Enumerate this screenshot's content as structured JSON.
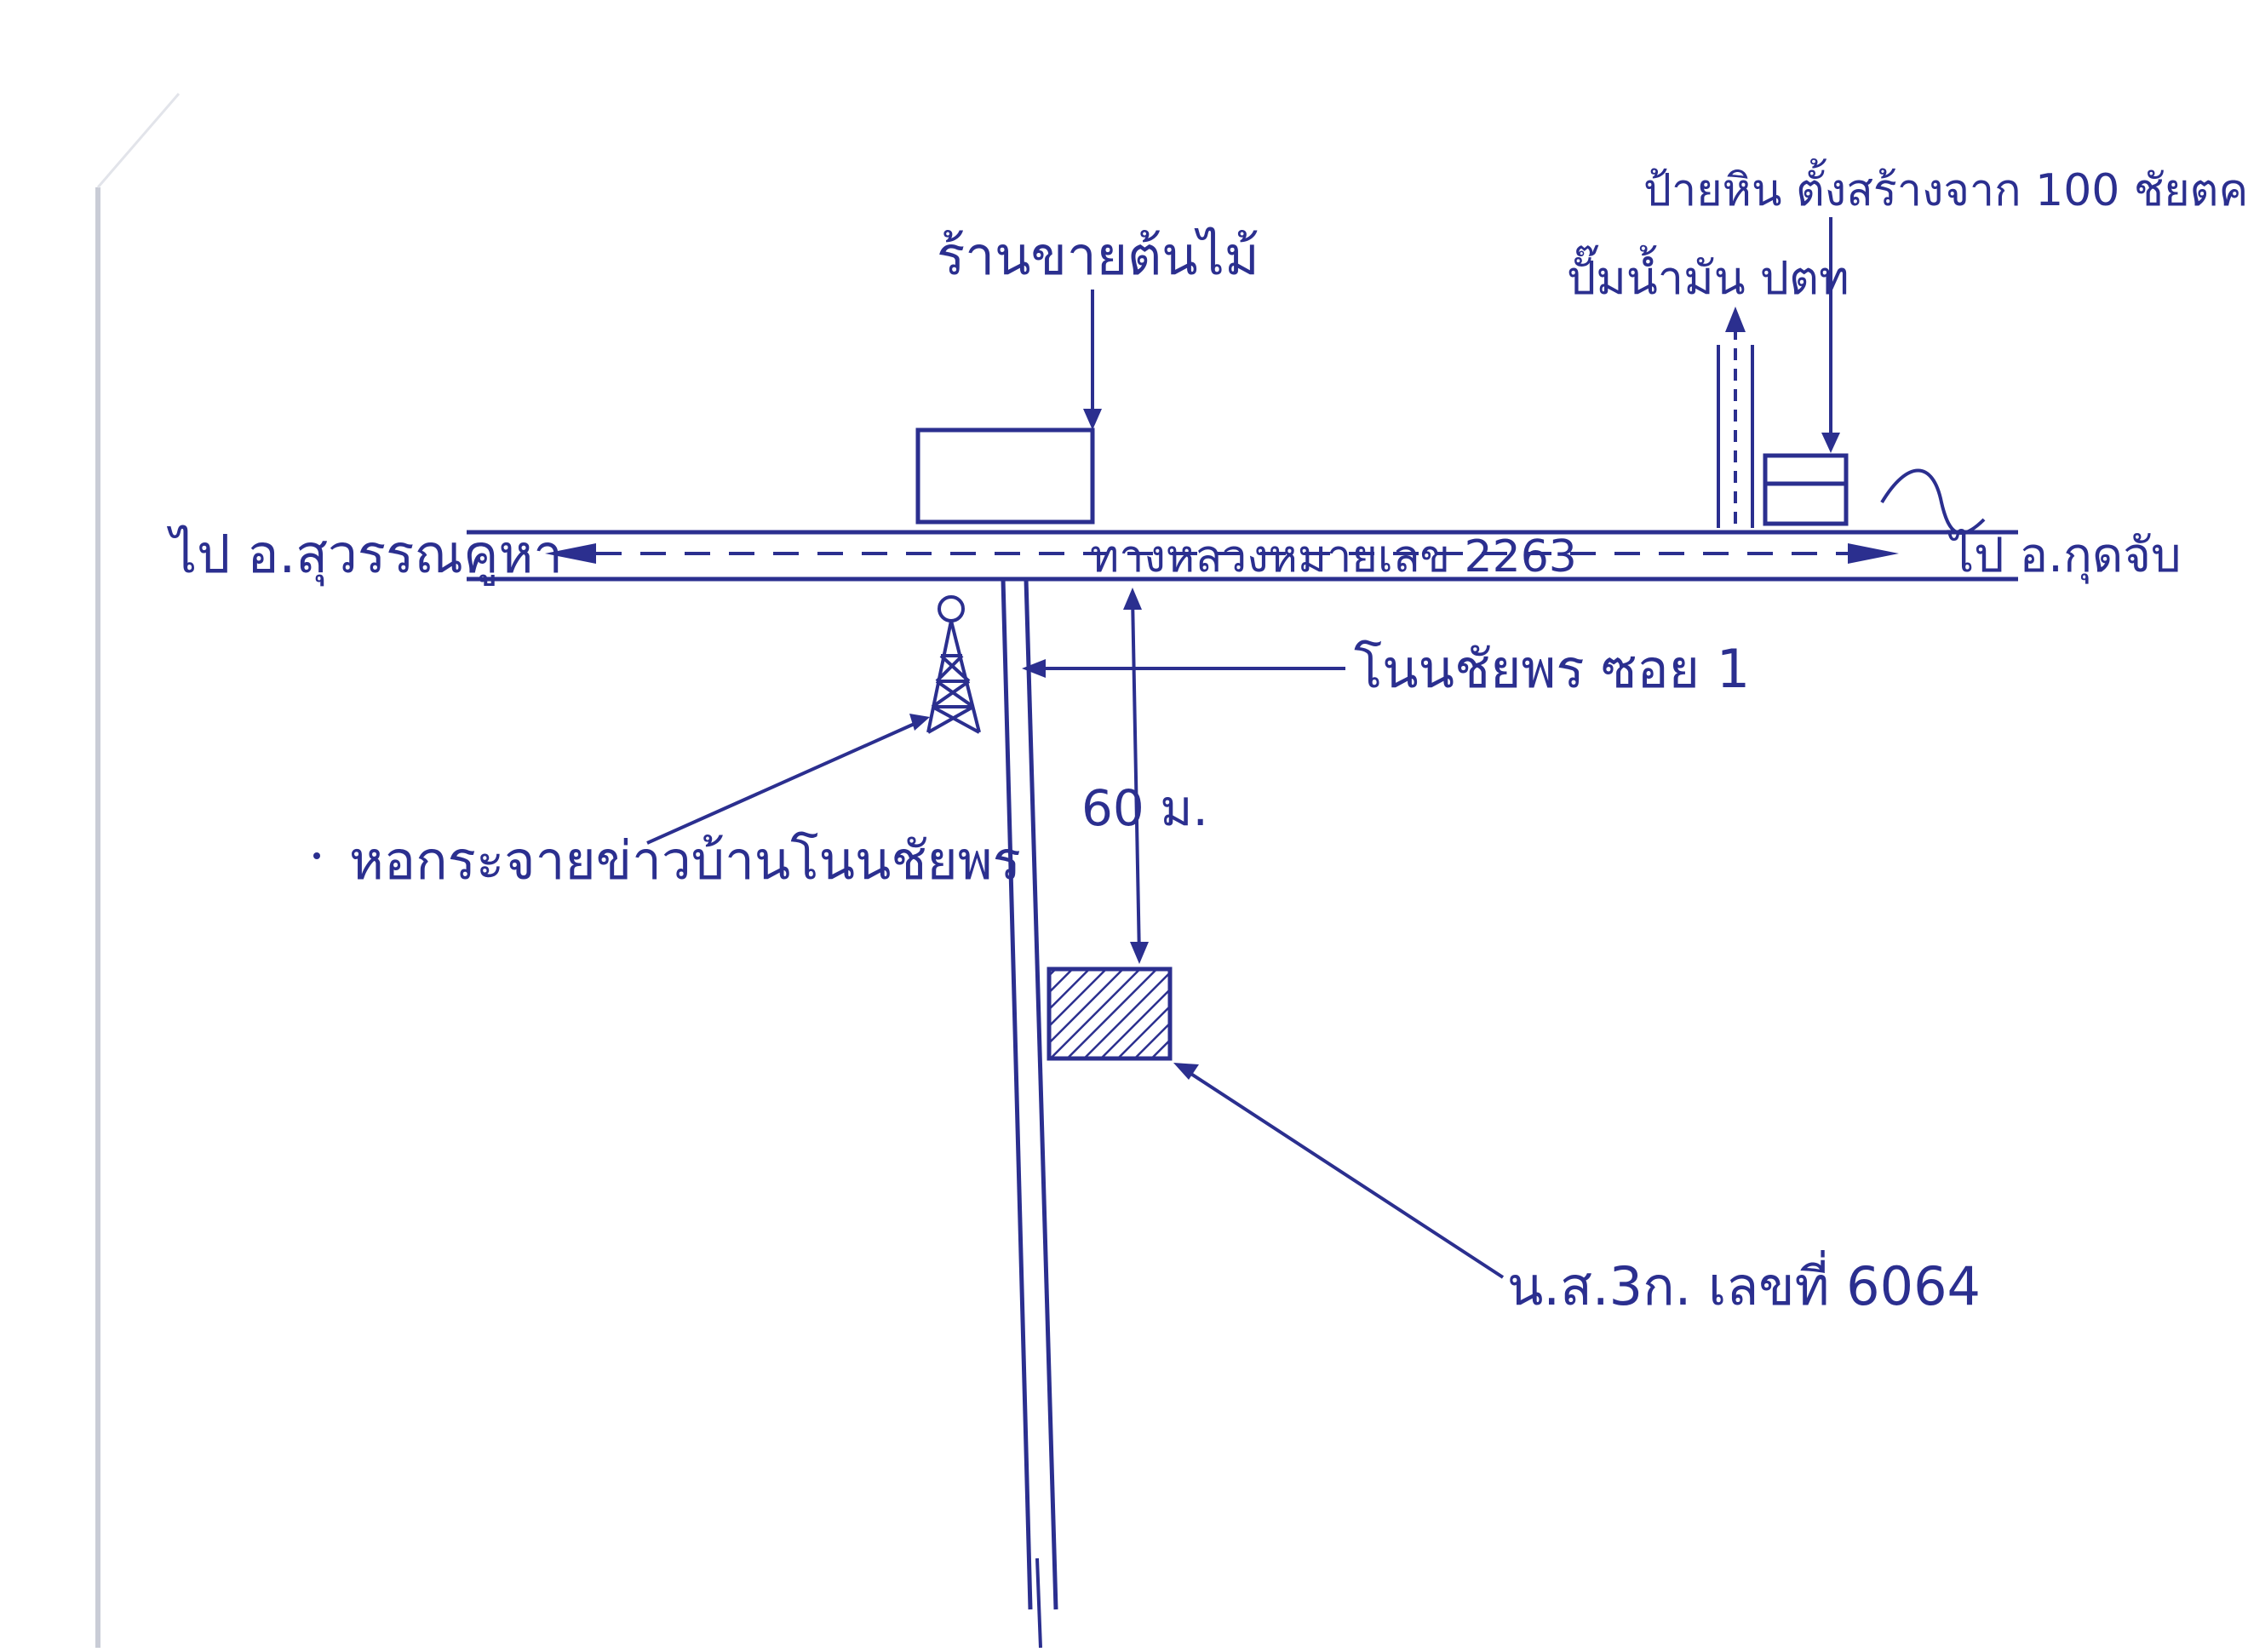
{
  "colors": {
    "ink": "#2b2f8f",
    "paper": "#ffffff",
    "bleed": "#d9dce6"
  },
  "labels": {
    "to_west": "ไป อ.สุวรรณคูหา",
    "to_east": "ไป อ.กุดจับ",
    "highway": "ทางหลวงหมายเลข 2263",
    "tree_shop": "ร้านขายต้นไม้",
    "petrol_station": "ปั๊มน้ำมัน ปตท",
    "gas_station_sign": "ป้ายหิน ตั้งสร้างจาก 100 ชัยตค",
    "side_road": "โนนชัยพร ซอย 1",
    "distance": "60 ม.",
    "tower": "หอกระจายข่าวบ้านโนนชัยพร",
    "land_parcel": "น.ส.3ก. เลขที่ 6064"
  }
}
